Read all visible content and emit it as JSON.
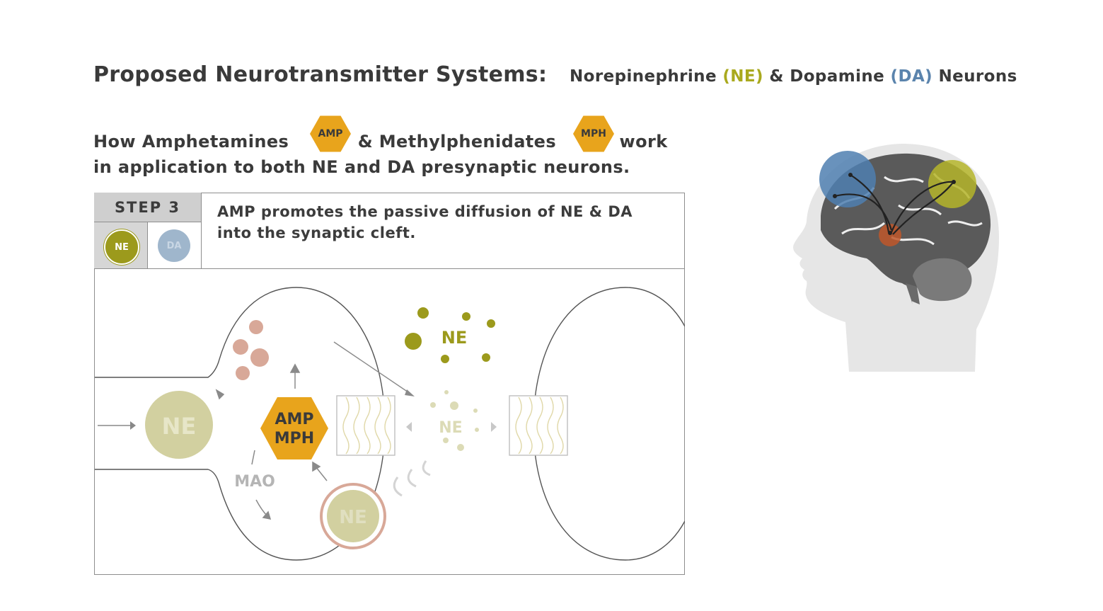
{
  "title": {
    "main": "Proposed Neurotransmitter Systems:",
    "sub_prefix": "Norepinephrine ",
    "sub_ne": "(NE)",
    "sub_mid": " & Dopamine ",
    "sub_da": "(DA)",
    "sub_suffix": " Neurons"
  },
  "intro": {
    "part1": "How Amphetamines ",
    "amp_badge": "AMP",
    "part2": " & Methylphenidates ",
    "mph_badge": "MPH",
    "part3": " work",
    "line2": "in application to both NE and DA presynaptic neurons."
  },
  "step": {
    "label": "STEP 3",
    "chip_ne": "NE",
    "chip_da": "DA",
    "description": "AMP promotes the passive diffusion of NE & DA into the synaptic cleft."
  },
  "diagram": {
    "vesicle_label": "NE",
    "drug_line1": "AMP",
    "drug_line2": "MPH",
    "enzyme_label": "MAO",
    "bound_label": "NE",
    "cleft_label": "NE",
    "faded_cleft_label": "NE",
    "colors": {
      "ne": "#9c9a1c",
      "ne_light": "#d2d0a0",
      "da": "#5b84ad",
      "amp_hex": "#e8a41c",
      "pink": "#d8a898",
      "stroke": "#555555"
    }
  },
  "brain": {
    "colors": {
      "da_region": "#4f7fb0",
      "ne_region": "#b5b52a",
      "origin": "#c0572a",
      "head": "#e4e4e4"
    }
  }
}
